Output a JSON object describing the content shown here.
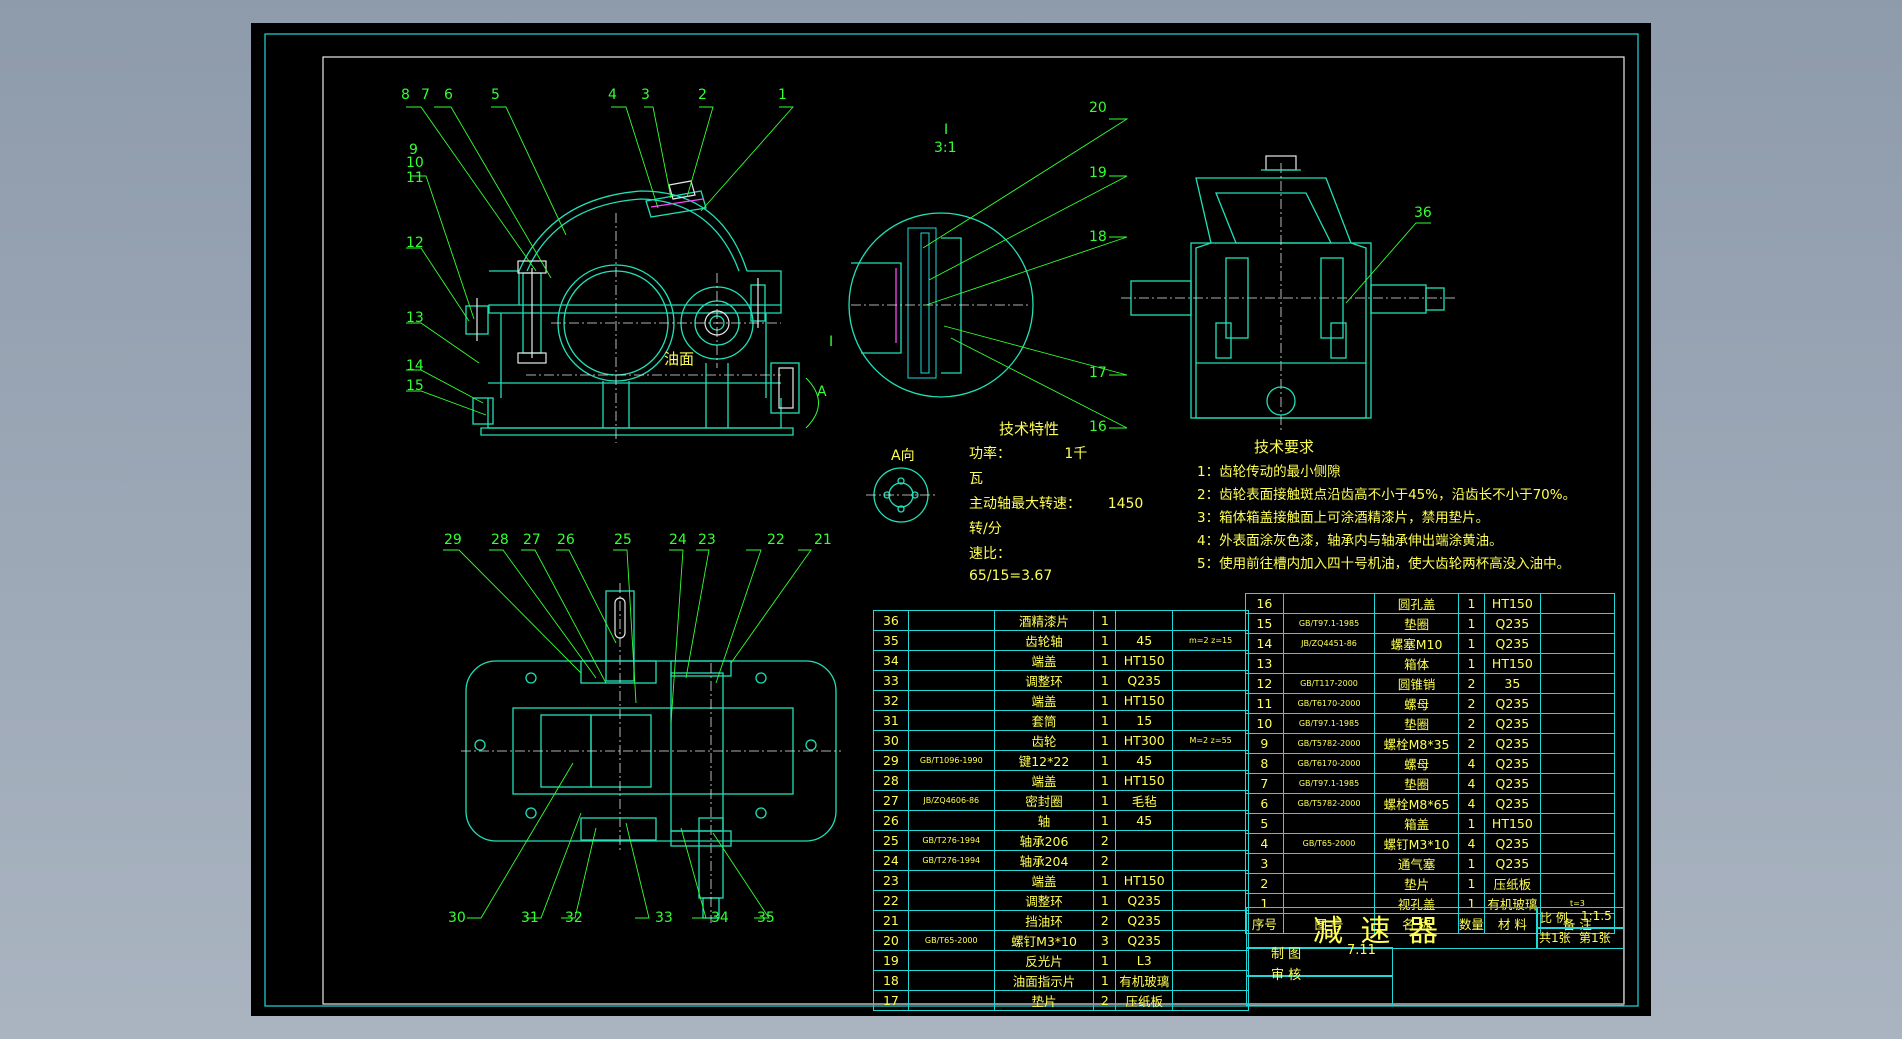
{
  "drawing": {
    "title": "减 速 器",
    "scale_label": "比 例",
    "scale_value": "1:1.5",
    "sheets": "共1张",
    "sheet_no": "第1张",
    "made_by": "制 图",
    "date": "7.11",
    "review": "审 核",
    "oil_level_label": "油面",
    "section_mark": "I",
    "view_mark": "A",
    "detail_label": "I",
    "detail_scale": "3:1",
    "view_a_label": "A向"
  },
  "balloons_front": [
    "8",
    "7",
    "6",
    "5",
    "4",
    "3",
    "2",
    "1",
    "9",
    "10",
    "11",
    "12",
    "13",
    "14",
    "15"
  ],
  "balloons_detail": [
    "20",
    "19",
    "18",
    "17",
    "16"
  ],
  "balloons_side": [
    "36"
  ],
  "balloons_top": [
    "29",
    "28",
    "27",
    "26",
    "25",
    "24",
    "23",
    "22",
    "21",
    "30",
    "31",
    "32",
    "33",
    "34",
    "35"
  ],
  "tech_char": {
    "title": "技术特性",
    "lines": [
      "功率：            1千",
      "瓦",
      "主动轴最大转速：      1450",
      "转/分",
      "速比：",
      "65/15=3.67"
    ]
  },
  "tech_req": {
    "title": "技术要求",
    "lines": [
      "1：齿轮传动的最小侧隙",
      "2：齿轮表面接触斑点沿齿高不小于45%，沿齿长不小于70%。",
      "3：箱体箱盖接触面上可涂酒精漆片，禁用垫片。",
      "4：外表面涂灰色漆，轴承内与轴承伸出端涂黄油。",
      "5：使用前往槽内加入四十号机油，使大齿轮两杯高没入油中。"
    ]
  },
  "bom_left": [
    {
      "no": "36",
      "std": "",
      "name": "酒精漆片",
      "qty": "1",
      "mat": "",
      "note": ""
    },
    {
      "no": "35",
      "std": "",
      "name": "齿轮轴",
      "qty": "1",
      "mat": "45",
      "note": "m=2 z=15"
    },
    {
      "no": "34",
      "std": "",
      "name": "端盖",
      "qty": "1",
      "mat": "HT150",
      "note": ""
    },
    {
      "no": "33",
      "std": "",
      "name": "调整环",
      "qty": "1",
      "mat": "Q235",
      "note": ""
    },
    {
      "no": "32",
      "std": "",
      "name": "端盖",
      "qty": "1",
      "mat": "HT150",
      "note": ""
    },
    {
      "no": "31",
      "std": "",
      "name": "套筒",
      "qty": "1",
      "mat": "15",
      "note": ""
    },
    {
      "no": "30",
      "std": "",
      "name": "齿轮",
      "qty": "1",
      "mat": "HT300",
      "note": "M=2 z=55"
    },
    {
      "no": "29",
      "std": "GB/T1096-1990",
      "name": "键12*22",
      "qty": "1",
      "mat": "45",
      "note": ""
    },
    {
      "no": "28",
      "std": "",
      "name": "端盖",
      "qty": "1",
      "mat": "HT150",
      "note": ""
    },
    {
      "no": "27",
      "std": "JB/ZQ4606-86",
      "name": "密封圈",
      "qty": "1",
      "mat": "毛毡",
      "note": ""
    },
    {
      "no": "26",
      "std": "",
      "name": "轴",
      "qty": "1",
      "mat": "45",
      "note": ""
    },
    {
      "no": "25",
      "std": "GB/T276-1994",
      "name": "轴承206",
      "qty": "2",
      "mat": "",
      "note": ""
    },
    {
      "no": "24",
      "std": "GB/T276-1994",
      "name": "轴承204",
      "qty": "2",
      "mat": "",
      "note": ""
    },
    {
      "no": "23",
      "std": "",
      "name": "端盖",
      "qty": "1",
      "mat": "HT150",
      "note": ""
    },
    {
      "no": "22",
      "std": "",
      "name": "调整环",
      "qty": "1",
      "mat": "Q235",
      "note": ""
    },
    {
      "no": "21",
      "std": "",
      "name": "挡油环",
      "qty": "2",
      "mat": "Q235",
      "note": ""
    },
    {
      "no": "20",
      "std": "GB/T65-2000",
      "name": "螺钉M3*10",
      "qty": "3",
      "mat": "Q235",
      "note": ""
    },
    {
      "no": "19",
      "std": "",
      "name": "反光片",
      "qty": "1",
      "mat": "L3",
      "note": ""
    },
    {
      "no": "18",
      "std": "",
      "name": "油面指示片",
      "qty": "1",
      "mat": "有机玻璃",
      "note": ""
    },
    {
      "no": "17",
      "std": "",
      "name": "垫片",
      "qty": "2",
      "mat": "压纸板",
      "note": ""
    }
  ],
  "bom_right": [
    {
      "no": "16",
      "std": "",
      "name": "圆孔盖",
      "qty": "1",
      "mat": "HT150",
      "note": ""
    },
    {
      "no": "15",
      "std": "GB/T97.1-1985",
      "name": "垫圈",
      "qty": "1",
      "mat": "Q235",
      "note": ""
    },
    {
      "no": "14",
      "std": "JB/ZQ4451-86",
      "name": "螺塞M10",
      "qty": "1",
      "mat": "Q235",
      "note": ""
    },
    {
      "no": "13",
      "std": "",
      "name": "箱体",
      "qty": "1",
      "mat": "HT150",
      "note": ""
    },
    {
      "no": "12",
      "std": "GB/T117-2000",
      "name": "圆锥销",
      "qty": "2",
      "mat": "35",
      "note": ""
    },
    {
      "no": "11",
      "std": "GB/T6170-2000",
      "name": "螺母",
      "qty": "2",
      "mat": "Q235",
      "note": ""
    },
    {
      "no": "10",
      "std": "GB/T97.1-1985",
      "name": "垫圈",
      "qty": "2",
      "mat": "Q235",
      "note": ""
    },
    {
      "no": "9",
      "std": "GB/T5782-2000",
      "name": "螺栓M8*35",
      "qty": "2",
      "mat": "Q235",
      "note": ""
    },
    {
      "no": "8",
      "std": "GB/T6170-2000",
      "name": "螺母",
      "qty": "4",
      "mat": "Q235",
      "note": ""
    },
    {
      "no": "7",
      "std": "GB/T97.1-1985",
      "name": "垫圈",
      "qty": "4",
      "mat": "Q235",
      "note": ""
    },
    {
      "no": "6",
      "std": "GB/T5782-2000",
      "name": "螺栓M8*65",
      "qty": "4",
      "mat": "Q235",
      "note": ""
    },
    {
      "no": "5",
      "std": "",
      "name": "箱盖",
      "qty": "1",
      "mat": "HT150",
      "note": ""
    },
    {
      "no": "4",
      "std": "GB/T65-2000",
      "name": "螺钉M3*10",
      "qty": "4",
      "mat": "Q235",
      "note": ""
    },
    {
      "no": "3",
      "std": "",
      "name": "通气塞",
      "qty": "1",
      "mat": "Q235",
      "note": ""
    },
    {
      "no": "2",
      "std": "",
      "name": "垫片",
      "qty": "1",
      "mat": "压纸板",
      "note": ""
    },
    {
      "no": "1",
      "std": "",
      "name": "视孔盖",
      "qty": "1",
      "mat": "有机玻璃",
      "note": "t=3"
    }
  ],
  "bom_header": {
    "no": "序号",
    "std": "图 号",
    "name": "名 称",
    "qty": "数量",
    "mat": "材 料",
    "note": "备 注"
  }
}
